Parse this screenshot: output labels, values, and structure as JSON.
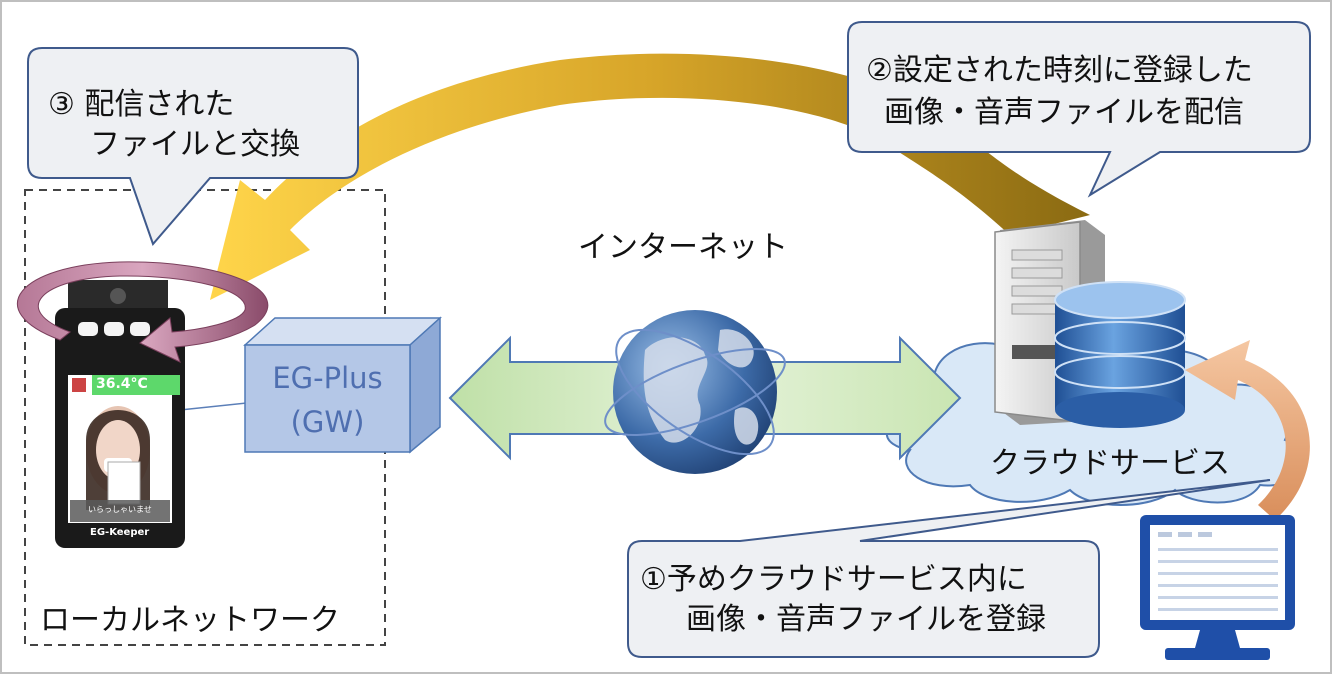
{
  "callouts": {
    "step3": {
      "line1": "③ 配信された",
      "line2": "ファイルと交換"
    },
    "step2": {
      "line1": "②設定された時刻に登録した",
      "line2": "画像・音声ファイルを配信"
    },
    "step1": {
      "line1": "①予めクラウドサービス内に",
      "line2": "画像・音声ファイルを登録"
    }
  },
  "labels": {
    "internet": "インターネット",
    "cloud_service": "クラウドサービス",
    "local_network": "ローカルネットワーク"
  },
  "gateway": {
    "line1": "EG-Plus",
    "line2": "(GW)"
  },
  "device": {
    "temperature": "36.4°C",
    "greeting": "いらっしゃいませ",
    "brand": "EG-Keeper"
  },
  "colors": {
    "callout_fill": "#eef0f3",
    "callout_stroke": "#3f5a8c",
    "gold_arrow": "#f1c232",
    "ring": "#9c5a7a",
    "globe": "#2f5a9a",
    "database": "#3c78c8",
    "cloud": "#d9e8f7",
    "gateway_box": "#b4c7e7"
  }
}
